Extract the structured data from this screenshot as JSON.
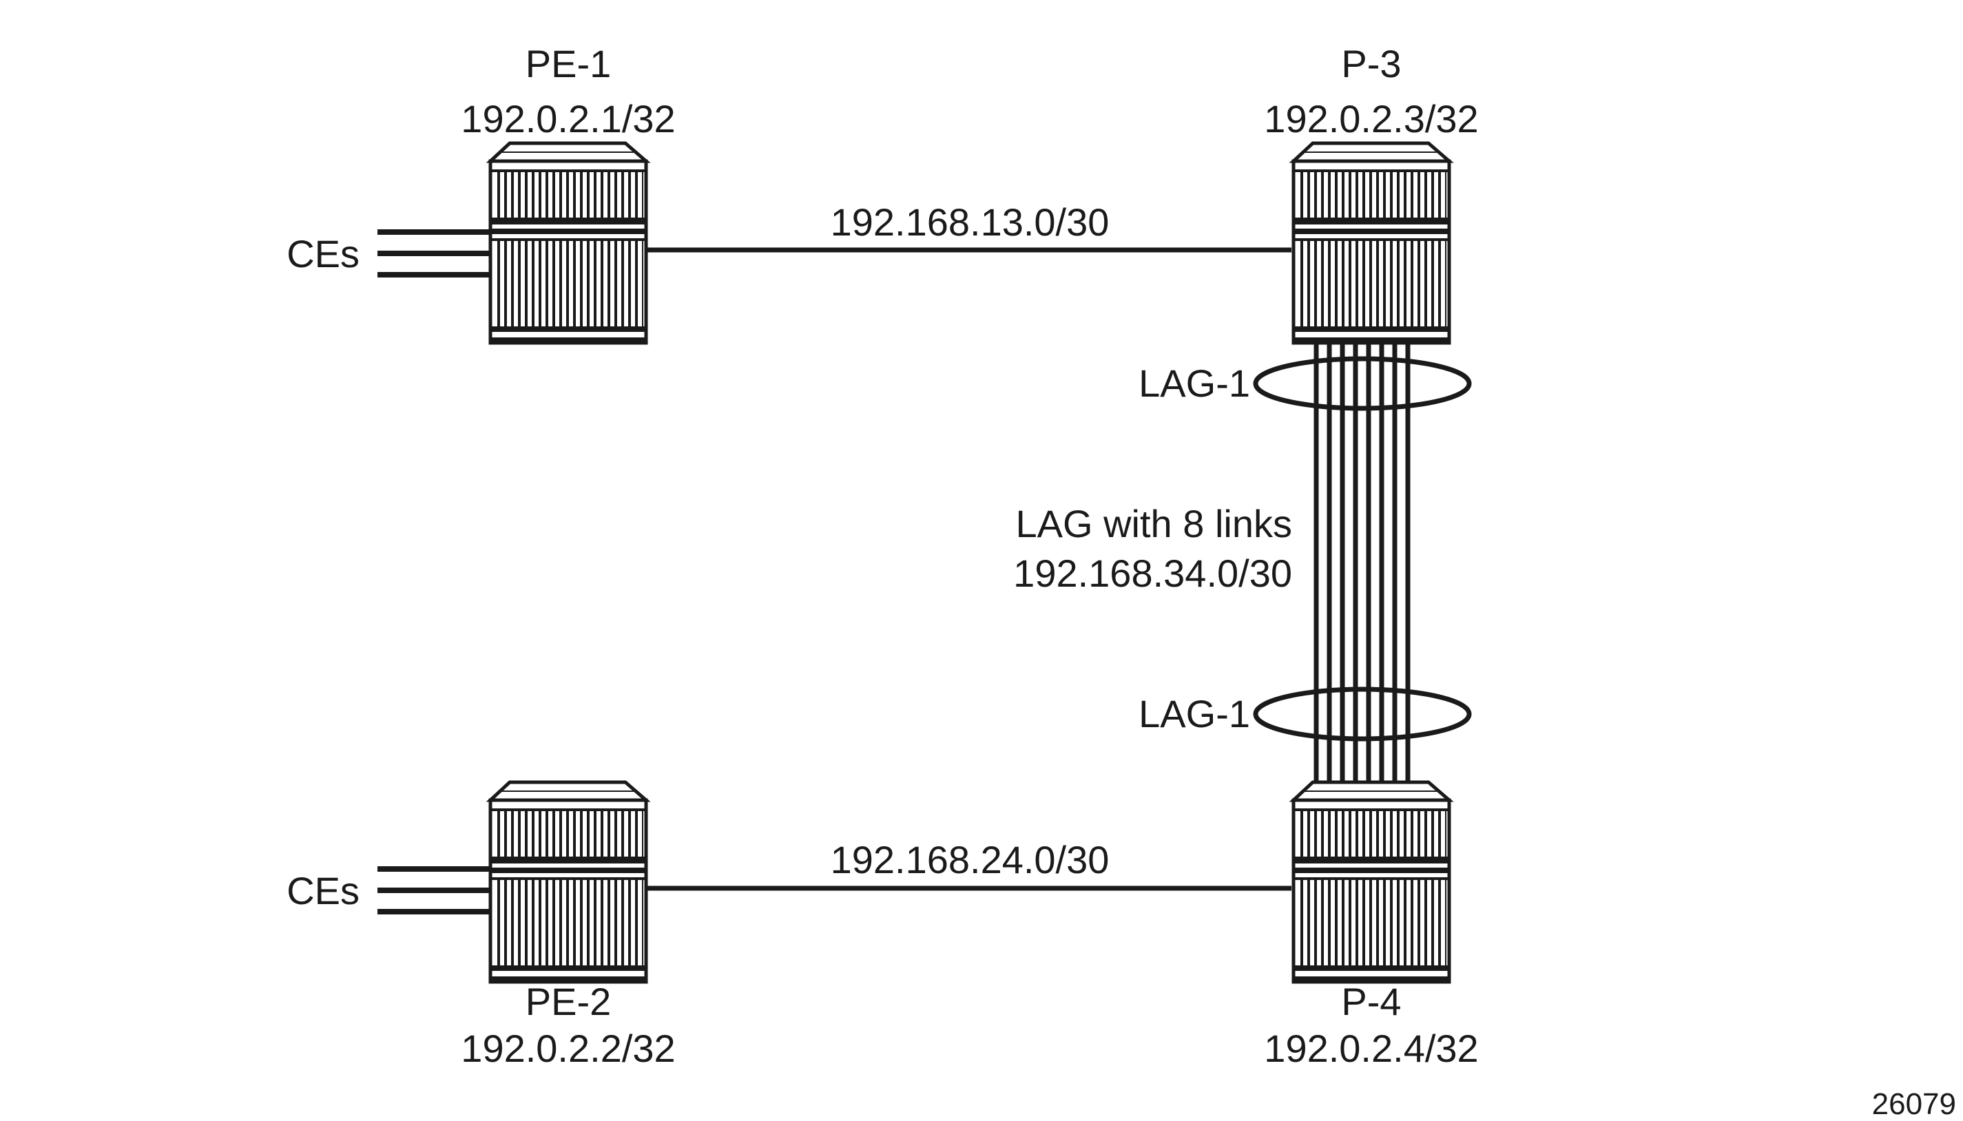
{
  "nodes": {
    "pe1": {
      "name": "PE-1",
      "address": "192.0.2.1/32"
    },
    "p3": {
      "name": "P-3",
      "address": "192.0.2.3/32"
    },
    "pe2": {
      "name": "PE-2",
      "address": "192.0.2.2/32"
    },
    "p4": {
      "name": "P-4",
      "address": "192.0.2.4/32"
    }
  },
  "ce_labels": {
    "top": "CEs",
    "bottom": "CEs"
  },
  "links": {
    "pe1_p3": "192.168.13.0/30",
    "pe2_p4": "192.168.24.0/30"
  },
  "lag": {
    "top_label": "LAG-1",
    "bottom_label": "LAG-1",
    "description": "LAG with 8 links",
    "subnet": "192.168.34.0/30",
    "link_count": 8
  },
  "figure_id": "26079",
  "colors": {
    "ink": "#1a1a1a",
    "background": "#ffffff"
  }
}
